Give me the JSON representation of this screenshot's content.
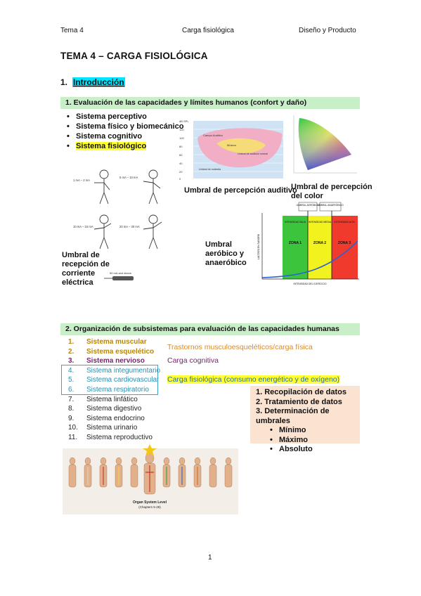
{
  "header": {
    "left": "Tema 4",
    "center": "Carga fisiológica",
    "right": "Diseño y Producto"
  },
  "title": "TEMA 4 – CARGA FISIOLÓGICA",
  "section1": {
    "number": "1.",
    "label": "Introducción"
  },
  "band1": "1. Evaluación de las capacidades y límites humanos (confort y daño)",
  "systems1": [
    "Sistema perceptivo",
    "Sistema físico y biomecánico",
    "Sistema cognitivo",
    "Sistema fisiológico"
  ],
  "captions": {
    "auditivo": "Umbral de percepción auditivo",
    "color_1": "Umbral de percepción",
    "color_2": "del color",
    "aerobico_1": "Umbral",
    "aerobico_2": "aeróbico y",
    "aerobico_3": "anaeróbico",
    "corriente_1": "Umbral de",
    "corriente_2": "recepción de",
    "corriente_3": "corriente",
    "corriente_4": "eléctrica"
  },
  "figure_auditivo": {
    "dbspl": "dB SPL",
    "campo": "Campo Auditivo",
    "musica": "Música",
    "umbral_dolor": "Umbral de audición normal",
    "umbral_molestia": "Umbral de molestia",
    "yticks": [
      "120",
      "100",
      "80",
      "60",
      "40",
      "20",
      "0"
    ]
  },
  "figure_corriente": {
    "c1": "1 mA – 2 mA",
    "c2": "5 mA – 10 mA",
    "c3": "10 mA – 15 mA",
    "c4": "20 mA – 30 mA",
    "c5": "50 mA and above"
  },
  "figure_zonas": {
    "umbral_aerobico": "UMBRAL AERÓBICO",
    "umbral_anaerobico": "UMBRAL ANAERÓBICO",
    "intensidad_baja": "INTENSIDAD BAJA",
    "intensidad_media": "INTENSIDAD MEDIA",
    "intensidad_alta": "INTENSIDAD ALTA",
    "zona1": "ZONA 1",
    "zona2": "ZONA 2",
    "zona3": "ZONA 3",
    "xlabel": "INTENSIDAD DEL EJERCICIO",
    "ylabel": "LACTATO EN SANGRE"
  },
  "band2": "2. Organización de subsistemas para evaluación de las capacidades humanas",
  "systems2": [
    {
      "n": "1.",
      "label": "Sistema muscular",
      "color": "#b8860b",
      "bold": true
    },
    {
      "n": "2.",
      "label": "Sistema esquelético",
      "color": "#b8860b",
      "bold": true
    },
    {
      "n": "3.",
      "label": "Sistema nervioso",
      "color": "#7a1f6e",
      "bold": true
    },
    {
      "n": "4.",
      "label": "Sistema integumentario",
      "color": "#2a8fb0",
      "bold": false
    },
    {
      "n": "5.",
      "label": "Sistema cardiovascular",
      "color": "#2a8fb0",
      "bold": false
    },
    {
      "n": "6.",
      "label": "Sistema respiratorio",
      "color": "#2a8fb0",
      "bold": false
    },
    {
      "n": "7.",
      "label": "Sistema linfático",
      "color": "#222222",
      "bold": false
    },
    {
      "n": "8.",
      "label": "Sistema digestivo",
      "color": "#222222",
      "bold": false
    },
    {
      "n": "9.",
      "label": "Sistema endocrino",
      "color": "#222222",
      "bold": false
    },
    {
      "n": "10.",
      "label": "Sistema urinario",
      "color": "#222222",
      "bold": false
    },
    {
      "n": "11.",
      "label": "Sistema reproductivo",
      "color": "#222222",
      "bold": false
    }
  ],
  "notes": {
    "trastornos": "Trastornos musculoesqueléticos/carga física",
    "cognitiva": "Carga cognitiva",
    "fisiologica": "Carga fisiológica (consumo energético y de oxígeno)"
  },
  "steps": {
    "s1": "1.   Recopilación de datos",
    "s2": "2.   Tratamiento de datos",
    "s3": "3.   Determinación de umbrales",
    "sub": [
      "Mínimo",
      "Máximo",
      "Absoluto"
    ]
  },
  "organ_labels": {
    "organ_system": "Organ System Level",
    "chapters": "(Chapters 5-28)"
  },
  "page_number": "1",
  "colors": {
    "band": "#c9efc9",
    "intro_highlight": "#00e5ff",
    "yellow_highlight": "#ffff33",
    "steps_bg": "#fbe3d2",
    "box_border": "#3aa6c9"
  }
}
